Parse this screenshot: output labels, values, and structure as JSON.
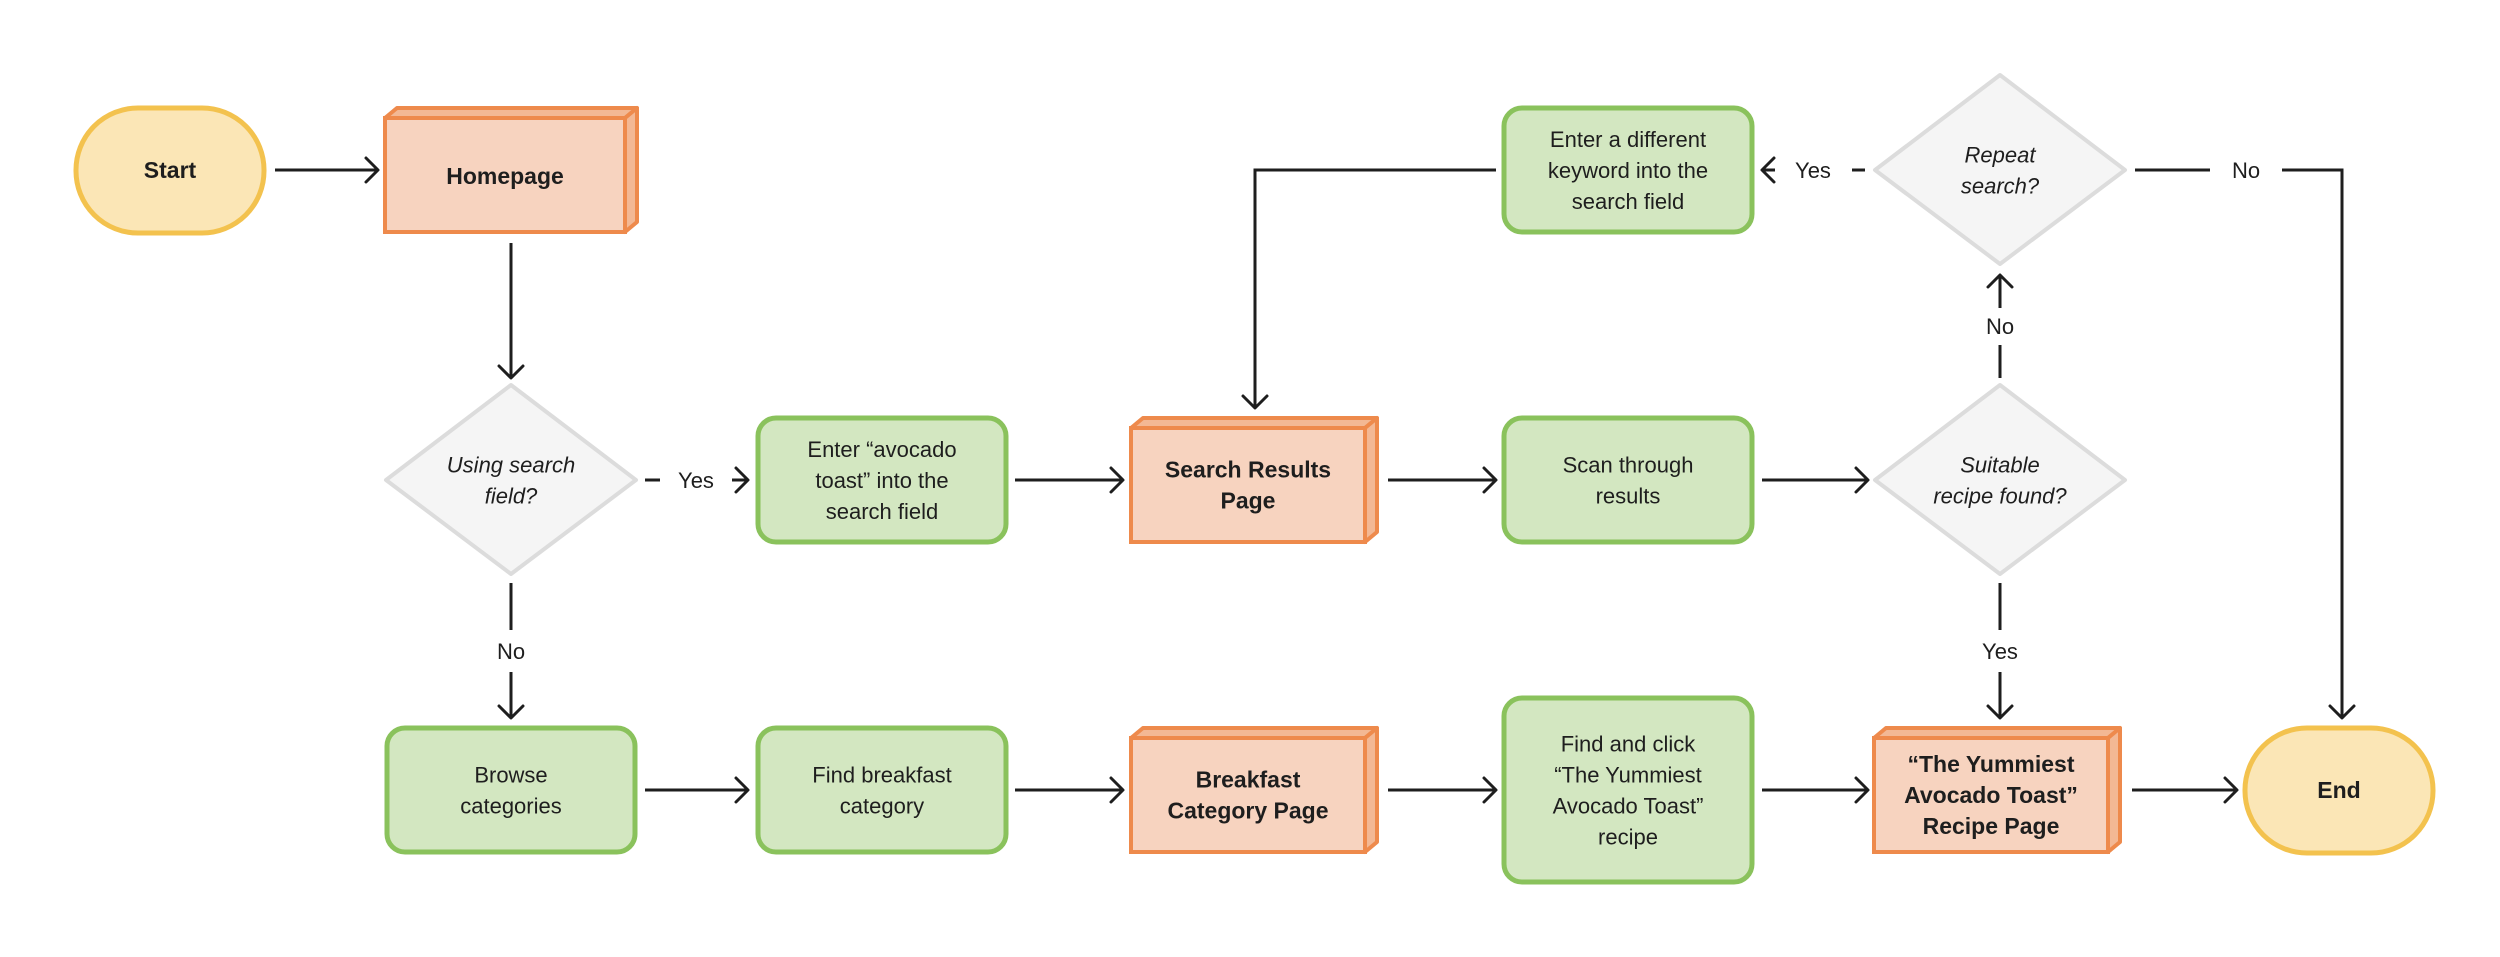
{
  "colors": {
    "terminal_fill": "#fbe6b6",
    "terminal_stroke": "#f3c24e",
    "page_fill": "#f7d3bf",
    "page_side": "#f3b894",
    "page_stroke": "#ee8a4c",
    "process_fill": "#d3e7c1",
    "process_stroke": "#8ac25c",
    "decision_fill": "#f5f5f5",
    "decision_stroke": "#dcdcdc",
    "line": "#1e1e1e"
  },
  "nodes": {
    "start": {
      "lines": [
        "Start"
      ]
    },
    "homepage": {
      "lines": [
        "Homepage"
      ]
    },
    "using_search": {
      "lines": [
        "Using search",
        "field?"
      ]
    },
    "enter_avocado": {
      "lines": [
        "Enter “avocado",
        "toast” into the",
        "search field"
      ]
    },
    "search_results": {
      "lines": [
        "Search Results",
        "Page"
      ]
    },
    "scan": {
      "lines": [
        "Scan through",
        "results"
      ]
    },
    "suitable": {
      "lines": [
        "Suitable",
        "recipe found?"
      ]
    },
    "repeat": {
      "lines": [
        "Repeat",
        "search?"
      ]
    },
    "enter_different": {
      "lines": [
        "Enter a different",
        "keyword into the",
        "search field"
      ]
    },
    "browse": {
      "lines": [
        "Browse",
        "categories"
      ]
    },
    "find_breakfast": {
      "lines": [
        "Find breakfast",
        "category"
      ]
    },
    "breakfast_page": {
      "lines": [
        "Breakfast",
        "Category Page"
      ]
    },
    "find_click": {
      "lines": [
        "Find and click",
        "“The Yummiest",
        "Avocado Toast”",
        "recipe"
      ]
    },
    "recipe_page": {
      "lines": [
        "“The Yummiest",
        "Avocado Toast”",
        "Recipe Page"
      ]
    },
    "end": {
      "lines": [
        "End"
      ]
    }
  },
  "edge_labels": {
    "search_yes": "Yes",
    "search_no": "No",
    "suitable_yes": "Yes",
    "suitable_no": "No",
    "repeat_yes": "Yes",
    "repeat_no": "No"
  }
}
